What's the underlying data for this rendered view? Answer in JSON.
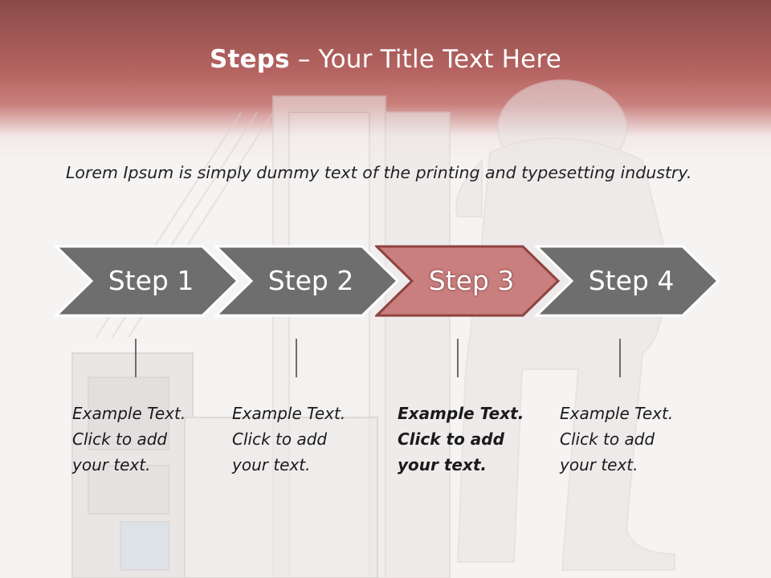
{
  "slide": {
    "title_bold": "Steps",
    "title_rest": " – Your Title Text Here",
    "intro_text": "Lorem Ipsum is simply dummy text of the printing and typesetting industry."
  },
  "steps": [
    {
      "label": "Step 1",
      "caption": [
        "Example Text.",
        "Click  to add",
        "your text."
      ],
      "active": false
    },
    {
      "label": "Step 2",
      "caption": [
        "Example Text.",
        "Click  to add",
        "your text."
      ],
      "active": false
    },
    {
      "label": "Step 3",
      "caption": [
        "Example Text.",
        "Click  to add",
        "your text."
      ],
      "active": true
    },
    {
      "label": "Step 4",
      "caption": [
        "Example Text.",
        "Click  to add",
        "your text."
      ],
      "active": false
    }
  ],
  "colors": {
    "header": "#b56461",
    "step_inactive": "#6e6e6e",
    "step_active": "#c97f7e",
    "step_active_border": "#8e4341",
    "step_border": "#ffffff"
  }
}
